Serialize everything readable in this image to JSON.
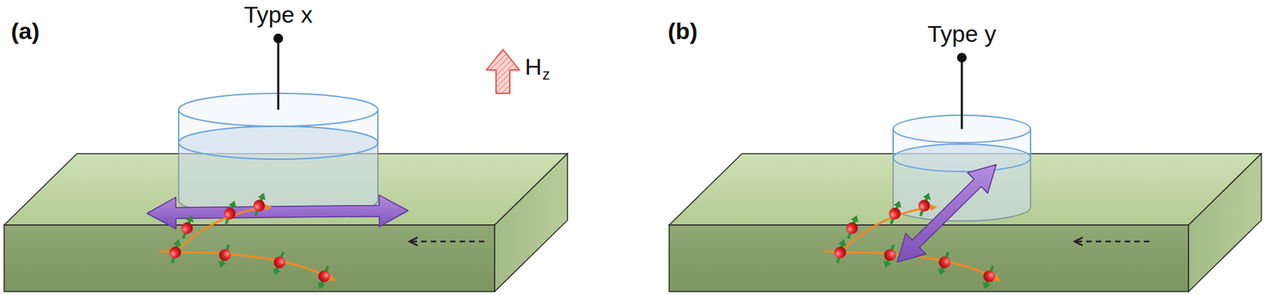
{
  "diagram": {
    "labels": [
      "(a)",
      "Type x",
      "H",
      "z",
      "(b)",
      "Type y"
    ]
  }
}
